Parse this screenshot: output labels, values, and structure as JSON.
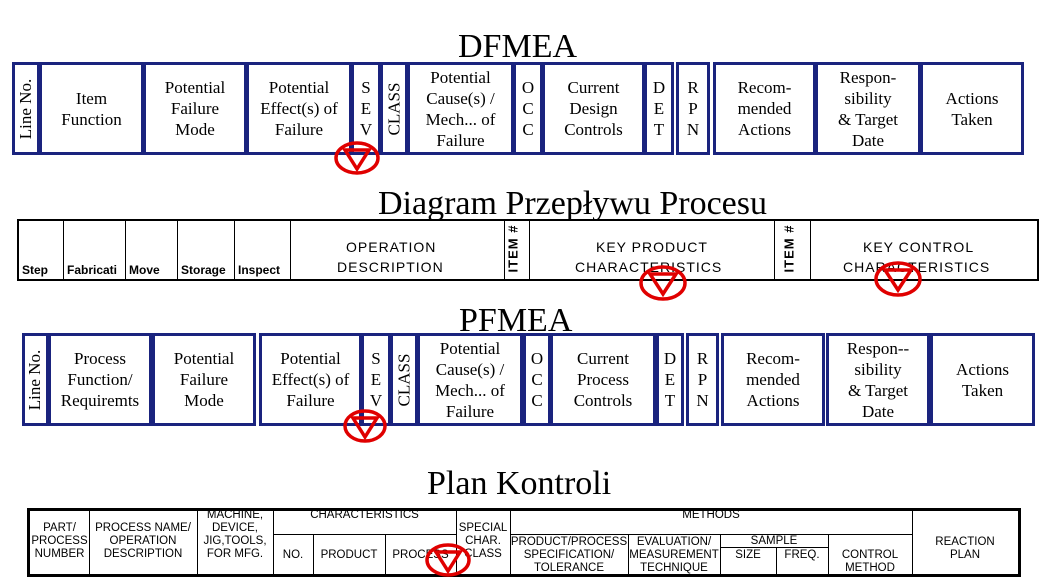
{
  "dfmea": {
    "title": "DFMEA",
    "columns": {
      "line_no": "Line No.",
      "item_function": [
        "Item",
        "Function"
      ],
      "failure_mode": [
        "Potential",
        "Failure",
        "Mode"
      ],
      "effects": [
        "Potential",
        "Effect(s) of",
        "Failure"
      ],
      "sev": [
        "S",
        "E",
        "V"
      ],
      "class": "CLASS",
      "causes": [
        "Potential",
        "Cause(s) /",
        "Mech... of",
        "Failure"
      ],
      "occ": [
        "O",
        "C",
        "C"
      ],
      "controls": [
        "Current",
        "Design",
        "Controls"
      ],
      "det": [
        "D",
        "E",
        "T"
      ],
      "rpn": [
        "R",
        "P",
        "N"
      ],
      "recommended": [
        "Recom-",
        "mended",
        "Actions"
      ],
      "responsibility": [
        "Respon-",
        "sibility",
        "& Target",
        "Date"
      ],
      "actions_taken": [
        "Actions",
        "Taken"
      ]
    }
  },
  "flow": {
    "title": "Diagram Przepływu Procesu",
    "step": "Step",
    "fabricate": "Fabricati",
    "move": "Move",
    "storage": "Storage",
    "inspect": "Inspect",
    "operation": [
      "OPERATION",
      "DESCRIPTION"
    ],
    "item1": "ITEM #",
    "key_product": [
      "KEY PRODUCT",
      "CHARACTERISTICS"
    ],
    "item2": "ITEM #",
    "key_control": [
      "KEY CONTROL",
      "CHARACTERISTICS"
    ]
  },
  "pfmea": {
    "title": "PFMEA",
    "columns": {
      "line_no": "Line No.",
      "process_function": [
        "Process",
        "Function/",
        "Requiremts"
      ],
      "failure_mode": [
        "Potential",
        "Failure",
        "Mode"
      ],
      "effects": [
        "Potential",
        "Effect(s) of",
        "Failure"
      ],
      "sev": [
        "S",
        "E",
        "V"
      ],
      "class": "CLASS",
      "causes": [
        "Potential",
        "Cause(s) /",
        "Mech... of",
        "Failure"
      ],
      "occ": [
        "O",
        "C",
        "C"
      ],
      "controls": [
        "Current",
        "Process",
        "Controls"
      ],
      "det": [
        "D",
        "E",
        "T"
      ],
      "rpn": [
        "R",
        "P",
        "N"
      ],
      "recommended": [
        "Recom-",
        "mended",
        "Actions"
      ],
      "responsibility": [
        "Respon--",
        "sibility",
        "& Target",
        "Date"
      ],
      "actions_taken": [
        "Actions",
        "Taken"
      ]
    }
  },
  "control_plan": {
    "title": "Plan Kontroli",
    "part": [
      "PART/",
      "PROCESS",
      "NUMBER"
    ],
    "process_name": [
      "PROCESS NAME/",
      "OPERATION",
      "DESCRIPTION"
    ],
    "machine": [
      "MACHINE,",
      "DEVICE,",
      "JIG,TOOLS,",
      "FOR MFG."
    ],
    "characteristics": "CHARACTERISTICS",
    "no": "NO.",
    "product": "PRODUCT",
    "process": "PROCESS",
    "special": [
      "SPECIAL",
      "CHAR.",
      "CLASS"
    ],
    "methods": "METHODS",
    "spec": [
      "PRODUCT/PROCESS",
      "SPECIFICATION/",
      "TOLERANCE"
    ],
    "evaluation": [
      "EVALUATION/",
      "MEASUREMENT",
      "TECHNIQUE"
    ],
    "sample": "SAMPLE",
    "size": "SIZE",
    "freq": "FREQ.",
    "control_method": [
      "CONTROL",
      "METHOD"
    ],
    "reaction": [
      "REACTION",
      "PLAN"
    ]
  },
  "colors": {
    "border": "#1a237e",
    "marker": "#e00000"
  }
}
